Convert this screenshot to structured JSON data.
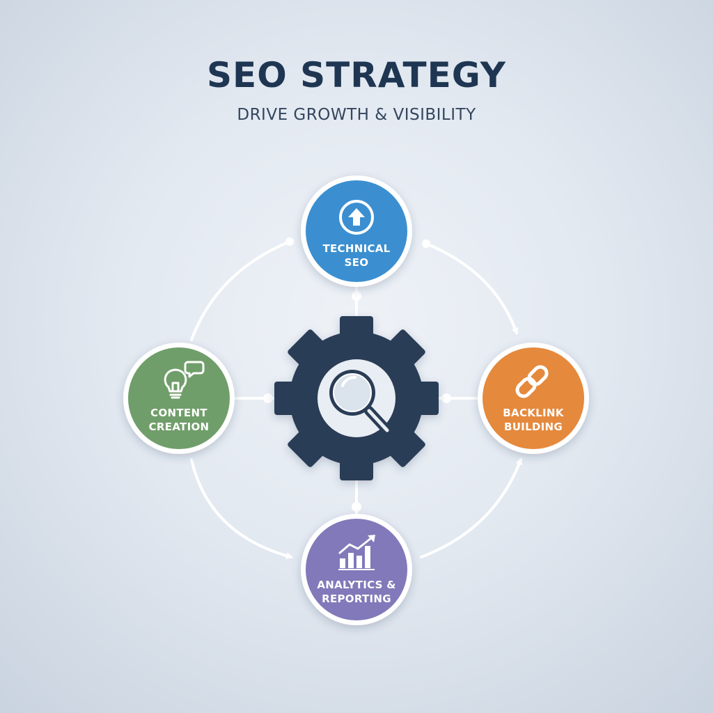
{
  "header": {
    "title": "SEO STRATEGY",
    "subtitle": "DRIVE GROWTH & VISIBILITY"
  },
  "hub": {
    "icon": "gear-with-magnifier-icon",
    "color": "#2c3e56"
  },
  "nodes": {
    "technical": {
      "line1": "TECHNICAL",
      "line2": "SEO",
      "icon": "upload-arrow-icon",
      "color": "#3b8fd0"
    },
    "content": {
      "line1": "CONTENT",
      "line2": "CREATION",
      "icon": "lightbulb-chat-icon",
      "color": "#6f9e6a"
    },
    "backlink": {
      "line1": "BACKLINK",
      "line2": "BUILDING",
      "icon": "chain-link-icon",
      "color": "#e5893e"
    },
    "analytics": {
      "line1": "ANALYTICS &",
      "line2": "REPORTING",
      "icon": "bar-chart-trend-icon",
      "color": "#8179b9"
    }
  }
}
